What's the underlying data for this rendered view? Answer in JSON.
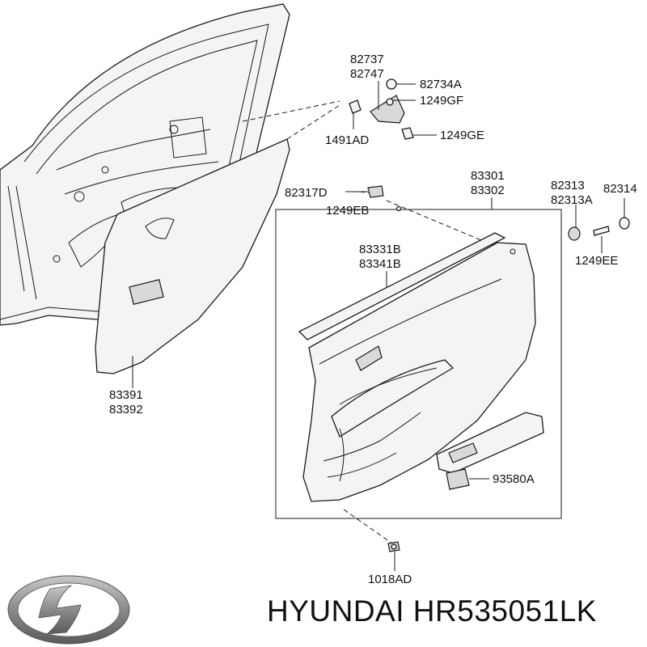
{
  "parts": {
    "p82737": "82737",
    "p82747": "82747",
    "p82734A": "82734A",
    "p1249GF": "1249GF",
    "p1491AD": "1491AD",
    "p1249GE": "1249GE",
    "p83301": "83301",
    "p83302": "83302",
    "p82313": "82313",
    "p82313A": "82313A",
    "p82314": "82314",
    "p82317D": "82317D",
    "p1249EB": "1249EB",
    "p83331B": "83331B",
    "p83341B": "83341B",
    "p1249EE": "1249EE",
    "p83391": "83391",
    "p83392": "83392",
    "p93580A": "93580A",
    "p1018AD": "1018AD"
  },
  "brand_text": "HYUNDAI HR535051LK",
  "colors": {
    "line": "#1a1a1a",
    "fill": "#f4f4f4",
    "logo": "#8a8a8a"
  }
}
